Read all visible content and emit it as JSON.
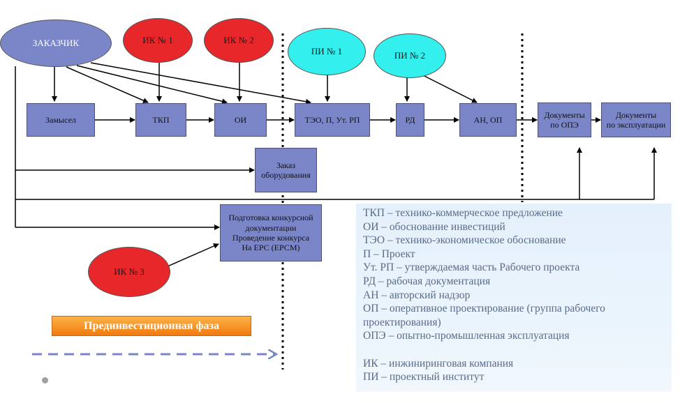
{
  "ellipses": {
    "customer": "ЗАКАЗЧИК",
    "ik1": "ИК № 1",
    "ik2": "ИК № 2",
    "pi1": "ПИ № 1",
    "pi2": "ПИ № 2",
    "ik3": "ИК № 3"
  },
  "boxes": {
    "zamysel": "Замысел",
    "tkp": "ТКП",
    "oi": "ОИ",
    "teo": "ТЭО, П, Ут. РП",
    "rd": "РД",
    "an_op": "АН, ОП",
    "docs_ope": "Документы\nпо ОПЭ",
    "docs_exploitation": "Документы\nпо эксплуатации",
    "equipment_order": "Заказ\nоборудования",
    "tender_prep": "Подготовка конкурсной\nдокументации\nПроведение конкурса\nНа ЕРС (ЕРСМ)"
  },
  "legend": {
    "lines": [
      "ТКП – технико-коммерческое предложение",
      "ОИ – обоснование инвестиций",
      "ТЭО – технико-экономическое обоснование",
      "П – Проект",
      "Ут. РП – утверждаемая часть Рабочего проекта",
      "РД – рабочая документация",
      "АН – авторский надзор",
      "ОП – оперативное проектирование (группа рабочего проектирования)",
      "ОПЭ – опытно-промышленная эксплуатация",
      "",
      "ИК – инжиниринговая компания",
      "ПИ – проектный институт"
    ]
  },
  "phase_label": "Прединвестиционная фаза",
  "colors": {
    "box_fill": "#7b86c9",
    "ellipse_red": "#e8272a",
    "ellipse_cyan": "#33f0ee",
    "phase_orange": "#f07a10",
    "dashed_arrow": "#7b86c9"
  }
}
